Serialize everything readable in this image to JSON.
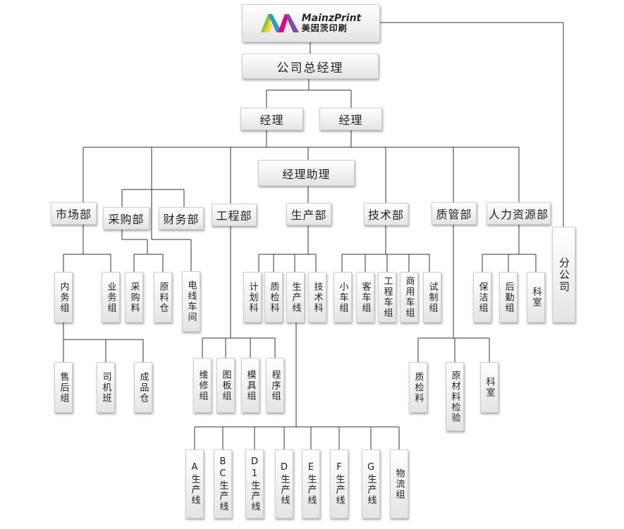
{
  "logo": {
    "en": "MainzPrint",
    "cn": "美因茨印刷"
  },
  "gm": "公司总经理",
  "managers": [
    "经理",
    "经理"
  ],
  "assistant": "经理助理",
  "departments": {
    "market": "市场部",
    "purchase": "采购部",
    "finance": "财务部",
    "engineering": "工程部",
    "production": "生产部",
    "tech": "技术部",
    "quality": "质管部",
    "hr": "人力资源部"
  },
  "branch": "分公司",
  "market_units": [
    "内务组",
    "业务组"
  ],
  "market_sub": [
    "售后组",
    "司机班",
    "成品仓"
  ],
  "purchase_units": [
    "采购料",
    "原料仓"
  ],
  "workshop": "电线车间",
  "eng_units": [
    "维修组",
    "图板组",
    "模具组",
    "程序组"
  ],
  "prod_units": [
    "计划科",
    "质检科",
    "生产线",
    "技术科"
  ],
  "lines": [
    "A生产线",
    "BC生产线",
    "D1生产线",
    "D生产线",
    "E生产线",
    "F生产线",
    "G生产线",
    "物流组"
  ],
  "tech_units": [
    "小车组",
    "客车组",
    "工程车组",
    "商用车组",
    "试制组"
  ],
  "quality_units": [
    "质检料",
    "原材料检验",
    "科室"
  ],
  "hr_units": [
    "保洁组",
    "后勤组",
    "科室"
  ]
}
